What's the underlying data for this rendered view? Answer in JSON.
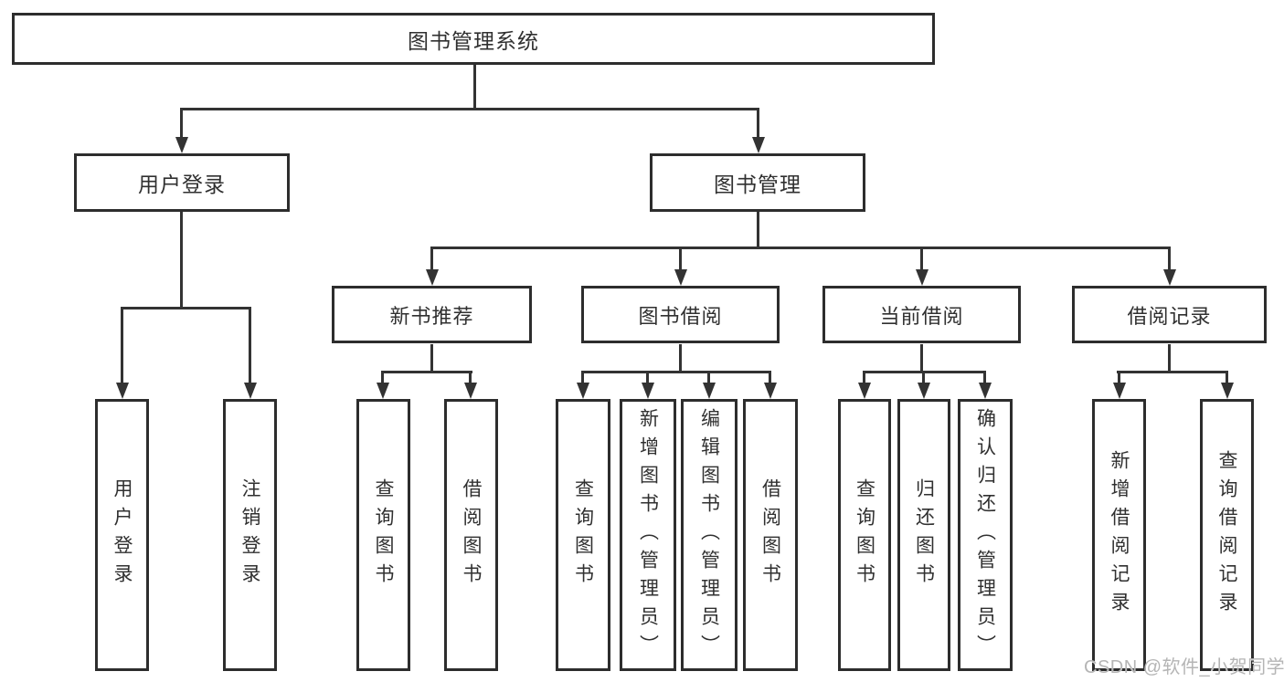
{
  "diagram_title": "图书管理系统",
  "tree": {
    "root": {
      "label": "图书管理系统"
    },
    "branches": [
      {
        "label": "用户登录",
        "children": [
          {
            "label": "用户登录"
          },
          {
            "label": "注销登录"
          }
        ]
      },
      {
        "label": "图书管理",
        "children": [
          {
            "label": "新书推荐",
            "children": [
              {
                "label": "查询图书"
              },
              {
                "label": "借阅图书"
              }
            ]
          },
          {
            "label": "图书借阅",
            "children": [
              {
                "label": "查询图书"
              },
              {
                "label": "新增图书（管理员）"
              },
              {
                "label": "编辑图书（管理员）"
              },
              {
                "label": "借阅图书"
              }
            ]
          },
          {
            "label": "当前借阅",
            "children": [
              {
                "label": "查询图书"
              },
              {
                "label": "归还图书"
              },
              {
                "label": "确认归还（管理员）"
              }
            ]
          },
          {
            "label": "借阅记录",
            "children": [
              {
                "label": "新增借阅记录"
              },
              {
                "label": "查询借阅记录"
              }
            ]
          }
        ]
      }
    ]
  },
  "watermark": {
    "text": "CSDN @软件_小贺同学"
  },
  "colors": {
    "background": "#ffffff",
    "line": "#333333",
    "box_border": "#2d2d2d",
    "text": "#303030",
    "watermark": "#b5b5b5"
  }
}
